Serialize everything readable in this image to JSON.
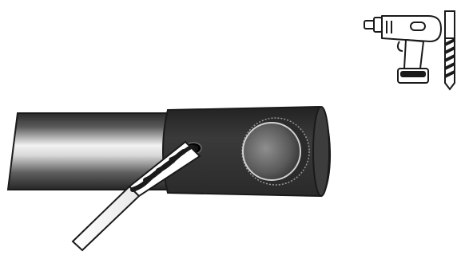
{
  "scene": {
    "kind": "assembly-illustration",
    "step": "drill-through-end-cap-pilot-hole",
    "tool_icons": [
      "cordless-drill-icon",
      "drill-bit-icon"
    ],
    "parts": [
      "metal-tube",
      "end-cap-fitting",
      "pilot-hole",
      "drill-bit"
    ],
    "colors": {
      "outline": "#1a1a1a",
      "tube_dark": "#2b2b2b",
      "tube_light": "#f2f2f2",
      "cap_body": "#2e2e2e",
      "cap_face": "#4a4a4a",
      "face_highlight": "#9a9a9a",
      "background": "#ffffff"
    }
  }
}
